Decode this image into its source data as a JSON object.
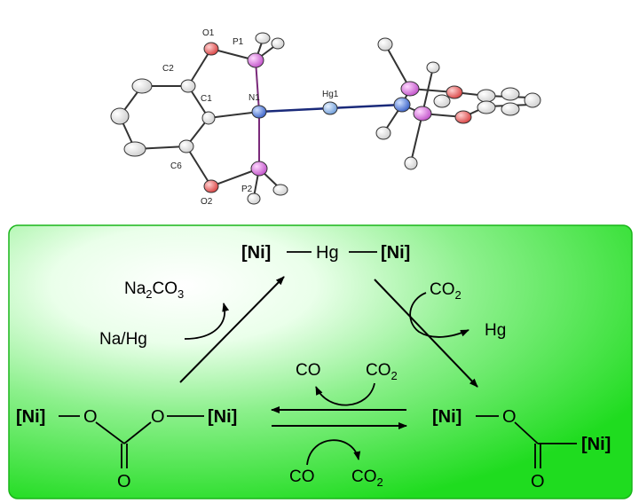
{
  "crystal_structure": {
    "labels": {
      "o1": "O1",
      "p1": "P1",
      "c2": "C2",
      "c1": "C1",
      "n1": "N1",
      "hg1": "Hg1",
      "c6": "C6",
      "o2": "O2",
      "p2": "P2"
    }
  },
  "scheme": {
    "top_complex": {
      "left": "[Ni]",
      "center": "Hg",
      "right": "[Ni]"
    },
    "left_reagent": {
      "out_base": "Na",
      "out_sub": "2",
      "out_mid": "CO",
      "out_sub2": "3",
      "in": "Na/Hg"
    },
    "right_reagent": {
      "in_base": "CO",
      "in_sub": "2",
      "out": "Hg"
    },
    "carbonate": {
      "ni_left": "[Ni]",
      "o1": "O",
      "o2": "O",
      "ni_right": "[Ni]",
      "o_bottom": "O"
    },
    "carboxylate": {
      "ni_left": "[Ni]",
      "o": "O",
      "ni_right": "[Ni]",
      "o_bottom": "O"
    },
    "equilibrium_top": {
      "left": "CO",
      "right_base": "CO",
      "right_sub": "2"
    },
    "equilibrium_bottom": {
      "left": "CO",
      "right_base": "CO",
      "right_sub": "2"
    }
  },
  "colors": {
    "panel_bright": "#2ee62e",
    "panel_light": "#ffffff",
    "oxygen": "#e06060",
    "phosphorus": "#d070d0",
    "nitrogen": "#5a7ad8",
    "mercury": "#8ab4e8",
    "carbon": "#ffffff"
  }
}
